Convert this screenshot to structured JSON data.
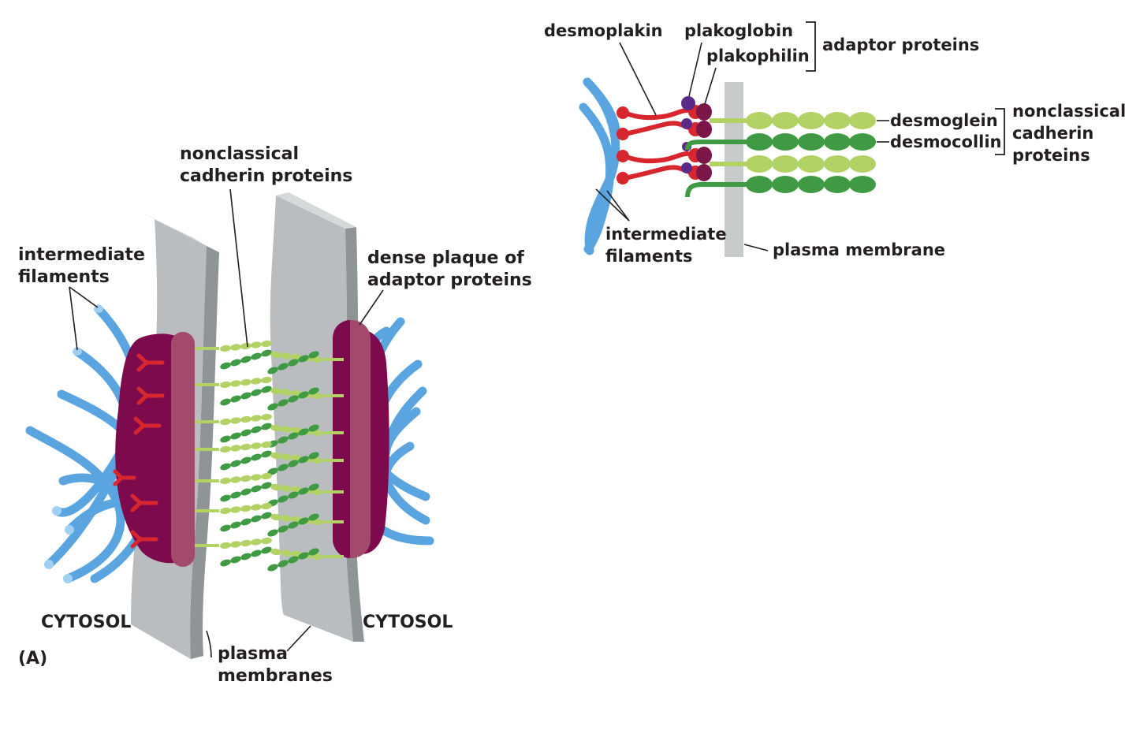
{
  "panel_a": {
    "panel_label": "(A)",
    "labels": {
      "intermediate_filaments_1": "intermediate",
      "intermediate_filaments_2": "filaments",
      "cadherin_1": "nonclassical",
      "cadherin_2": "cadherin proteins",
      "plaque_1": "dense plaque of",
      "plaque_2": "adaptor proteins",
      "cytosol_left": "CYTOSOL",
      "cytosol_right": "CYTOSOL",
      "membranes_1": "plasma",
      "membranes_2": "membranes"
    }
  },
  "panel_b": {
    "labels": {
      "desmoplakin": "desmoplakin",
      "plakoglobin": "plakoglobin",
      "plakophilin": "plakophilin",
      "adaptor_proteins": "adaptor proteins",
      "desmoglein": "desmoglein",
      "desmocollin": "desmocollin",
      "nonclassical_1": "nonclassical",
      "nonclassical_2": "cadherin",
      "nonclassical_3": "proteins",
      "intermediate_filaments_1": "intermediate",
      "intermediate_filaments_2": "filaments",
      "plasma_membrane": "plasma membrane"
    }
  },
  "colors": {
    "filament": "#5aa5e0",
    "filament_end": "#9fd0f2",
    "plaque": "#7d0a4c",
    "plaque_face": "#a34a6c",
    "desmoplakin": "#d7262e",
    "plakoglobin": "#5b2a86",
    "plakophilin": "#7a1648",
    "desmoglein": "#b2d266",
    "desmocollin": "#3f9a43",
    "membrane": "#c8cbcc"
  }
}
